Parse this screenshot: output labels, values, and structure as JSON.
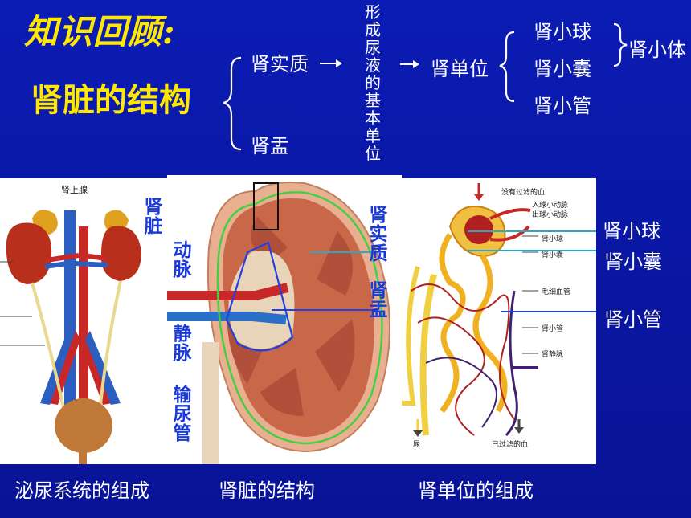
{
  "title": "知识回顾:",
  "heading": "肾脏的结构",
  "tree": {
    "parenchyma": "肾实质",
    "pelvis": "肾盂",
    "unit_definition": "形成尿液的基本单位",
    "nephron": "肾单位",
    "glomerulus": "肾小球",
    "capsule": "肾小囊",
    "tubule": "肾小管",
    "corpuscle": "肾小体"
  },
  "left_panel": {
    "adrenal": "肾上腺"
  },
  "kidney_labels": {
    "kidney": "肾脏",
    "artery": "动脉",
    "vein": "静脉",
    "ureter": "输尿管",
    "parenchyma": "肾实质",
    "pelvis": "肾盂"
  },
  "nephron_panel": {
    "unfiltered_blood": "没有过滤的血",
    "afferent": "入球小动脉",
    "efferent": "出球小动脉",
    "glomerulus": "肾小球",
    "capsule": "肾小囊",
    "capillary": "毛细血管",
    "tubule": "肾小管",
    "renal_vein": "肾静脉",
    "urine": "尿",
    "filtered_blood": "已过滤的血"
  },
  "right_labels": {
    "glomerulus": "肾小球",
    "capsule": "肾小囊",
    "tubule": "肾小管"
  },
  "captions": {
    "urinary": "泌尿系统的组成",
    "kidney": "肾脏的结构",
    "nephron": "肾单位的组成"
  }
}
